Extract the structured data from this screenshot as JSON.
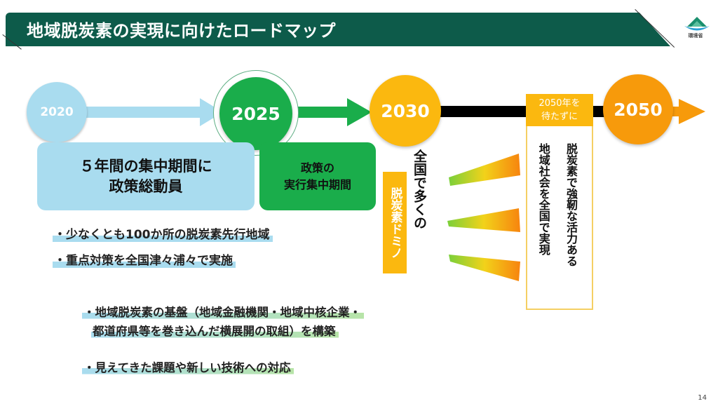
{
  "header": {
    "title": "地域脱炭素の実現に向けたロードマップ",
    "banner_color": "#0d5b4a"
  },
  "logo": {
    "label": "環境省",
    "icon": "ministry-of-environment-logo"
  },
  "timeline": {
    "milestones": [
      {
        "year": "2020",
        "color": "#a9dcef"
      },
      {
        "year": "2025",
        "color": "#1aad4b"
      },
      {
        "year": "2030",
        "color": "#fbb80f"
      },
      {
        "year": "2050",
        "color": "#f79a0b"
      }
    ],
    "before_2050_label": "2050年を待たずに",
    "before_2050_line1": "2050年を",
    "before_2050_line2": "待たずに"
  },
  "phases": {
    "phase1_line1": "５年間の集中期間に",
    "phase1_line2": "政策総動員",
    "phase2_line1": "政策の",
    "phase2_line2": "実行集中期間"
  },
  "domino": {
    "caption": "全国で多くの",
    "tag": "脱炭素ドミノ",
    "icon": "domino-icon"
  },
  "goal": {
    "line1": "脱炭素で強靭な活力ある",
    "line2": "地域社会を全国で実現"
  },
  "bullets_top": [
    "・少なくとも100か所の脱炭素先行地域",
    "・重点対策を全国津々浦々で実施"
  ],
  "bullets_bottom": [
    "・地域脱炭素の基盤（地域金融機関・地域中核企業・",
    "都道府県等を巻き込んだ横展開の取組）を構築",
    "・見えてきた課題や新しい技術への対応"
  ],
  "page_number": "14"
}
